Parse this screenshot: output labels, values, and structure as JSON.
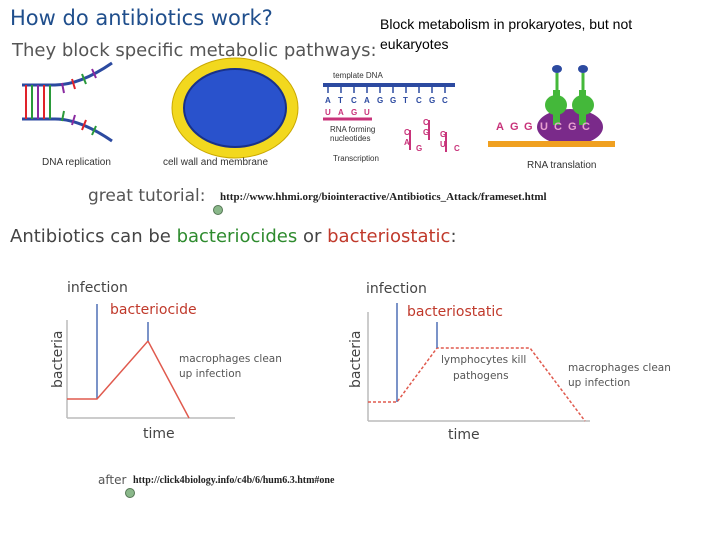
{
  "slide": {
    "title": "How do antibiotics work?",
    "subtitle": "They block specific metabolic pathways:",
    "side_note": "Block metabolism in prokaryotes, but not eukaryotes"
  },
  "pathways": {
    "dna_replication": "DNA replication",
    "cell_wall": "cell wall and membrane",
    "template_dna": "template DNA",
    "dna_sequence": [
      "A",
      "T",
      "C",
      "A",
      "G",
      "G",
      "T",
      "C",
      "G",
      "C"
    ],
    "rna_sequence": [
      "U",
      "A",
      "G",
      "U"
    ],
    "free_nucleotides": [
      "C",
      "G",
      "C",
      "A",
      "G",
      "U",
      "G",
      "C"
    ],
    "rna_forming_line1": "RNA forming",
    "rna_forming_line2": "nucleotides",
    "transcription": "Transcription",
    "mrna_sequence": [
      "A",
      "G",
      "G",
      "U",
      "C",
      "G",
      "C"
    ],
    "rna_translation": "RNA translation"
  },
  "tutorial": {
    "label": "great tutorial:",
    "url": "http://www.hhmi.org/biointeractive/Antibiotics_Attack/frameset.html"
  },
  "section": {
    "prefix": "Antibiotics can be ",
    "term1": "bacteriocides",
    "middle": " or ",
    "term2": "bacteriostatic",
    "suffix": ":"
  },
  "graph_left": {
    "event": "infection",
    "type": "bacteriocide",
    "ylabel": "bacteria",
    "xlabel": "time",
    "note_line1": "macrophages clean",
    "note_line2": "up infection"
  },
  "graph_right": {
    "event": "infection",
    "type": "bacteriostatic",
    "ylabel": "bacteria",
    "xlabel": "time",
    "mid_note_line1": "lymphocytes kill",
    "mid_note_line2": "pathogens",
    "note_line1": "macrophages clean",
    "note_line2": "up infection"
  },
  "footer": {
    "label": "after",
    "url": "http://click4biology.info/c4b/6/hum6.3.htm#one"
  },
  "colors": {
    "title_blue": "#1f4e8c",
    "cell_blue": "#2952cc",
    "cell_yellow": "#f2d81e",
    "curve_red": "#e05a4e",
    "axis_blue": "#4f6fb5",
    "ribosome_purple": "#7a2a8a",
    "trna_green": "#44b83a",
    "mrna_orange": "#f0a020"
  }
}
